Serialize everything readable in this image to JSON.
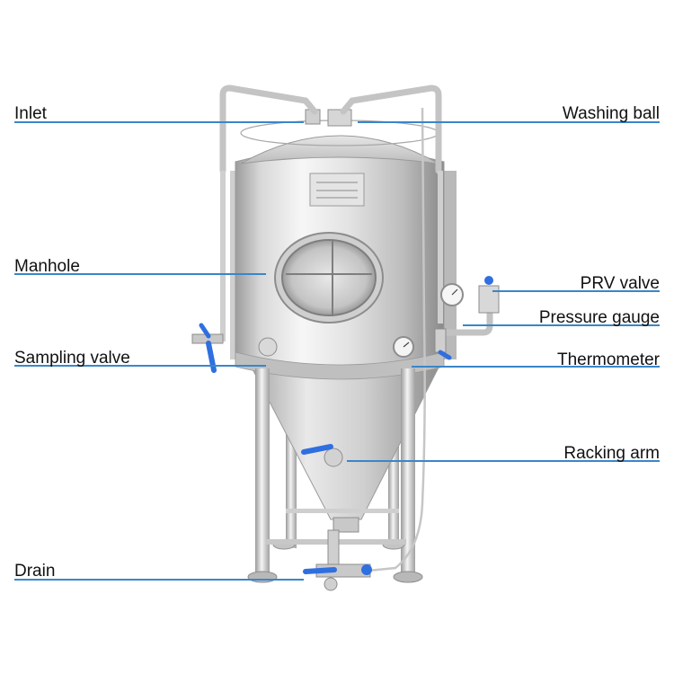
{
  "labels": {
    "inlet": "Inlet",
    "washing_ball": "Washing ball",
    "manhole": "Manhole",
    "prv_valve": "PRV valve",
    "pressure_gauge": "Pressure gauge",
    "sampling_valve": "Sampling valve",
    "thermometer": "Thermometer",
    "racking_arm": "Racking arm",
    "drain": "Drain"
  },
  "colors": {
    "leader_line": "#3a86c8",
    "valve_handle": "#2f6fe0",
    "steel_light": "#f2f2f2",
    "steel_mid": "#c9c9c9",
    "steel_dark": "#8d8d8d"
  }
}
